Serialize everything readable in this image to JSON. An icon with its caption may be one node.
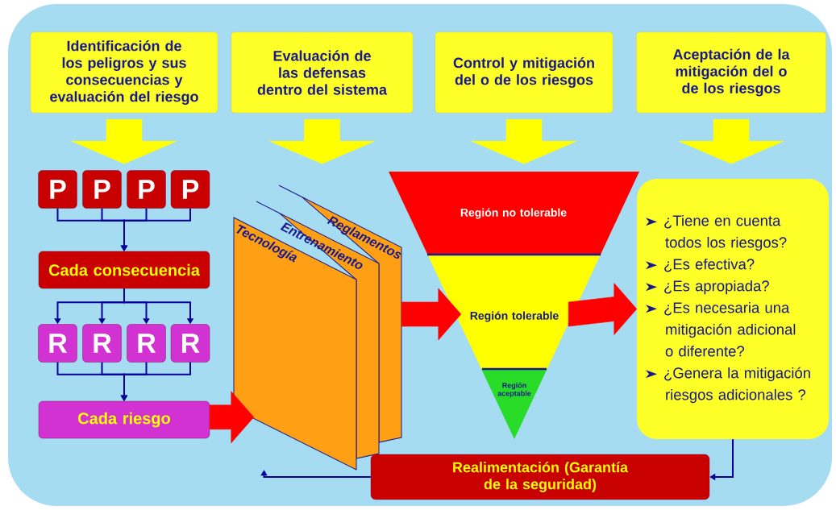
{
  "diagram": {
    "nodes": [
      {
        "text": [
          "Identificación de los peligros y sus consecuencias y evaluación del riesgo"
        ]
      },
      {
        "text": [
          "Evaluación de las defensas dentro del sistema"
        ]
      },
      {
        "text": [
          "Control y mitigación del o de los riesgos"
        ]
      },
      {
        "text": [
          "Aceptación de la mitigación del o de los riesgos"
        ]
      },
      {
        "text": [
          "P"
        ]
      },
      {
        "text": [
          "P"
        ]
      },
      {
        "text": [
          "P"
        ]
      },
      {
        "text": [
          "P"
        ]
      },
      {
        "text": [
          "Cada consecuencia"
        ]
      },
      {
        "text": [
          "R"
        ]
      },
      {
        "text": [
          "R"
        ]
      },
      {
        "text": [
          "R"
        ]
      },
      {
        "text": [
          "R"
        ]
      },
      {
        "text": [
          "Cada riesgo"
        ]
      },
      {
        "text": [
          "Reglamentos"
        ]
      },
      {
        "text": [
          "Entrenamiento"
        ]
      },
      {
        "text": [
          "Tecnología"
        ]
      },
      {
        "text": [
          "Región no tolerable"
        ]
      },
      {
        "text": [
          "Región tolerable"
        ]
      },
      {
        "text": [
          "Región aceptable"
        ]
      },
      {
        "text": [
          "¿Tiene en cuenta todos los riesgos?",
          "¿Es efectiva?",
          "¿Es apropiada?",
          "¿Es necesaria una mitigación adicional o diferente?",
          "¿Genera la mitigación riesgos adicionales ?"
        ]
      },
      {
        "text": [
          "Realimentación (Garantía de la seguridad)"
        ]
      }
    ],
    "edges": [
      {
        "from": 0,
        "to": null,
        "arrow": "to",
        "style": "thick",
        "color": "#ffff00"
      },
      {
        "from": 1,
        "to": null,
        "arrow": "to",
        "style": "thick",
        "color": "#ffff00"
      },
      {
        "from": 2,
        "to": null,
        "arrow": "to",
        "style": "thick",
        "color": "#ffff00"
      },
      {
        "from": 3,
        "to": null,
        "arrow": "to",
        "style": "thick",
        "color": "#ffff00"
      },
      {
        "from": 4,
        "to": 8,
        "arrow": "to"
      },
      {
        "from": 5,
        "to": 8,
        "arrow": "to"
      },
      {
        "from": 6,
        "to": 8,
        "arrow": "to"
      },
      {
        "from": 7,
        "to": 8,
        "arrow": "to"
      },
      {
        "from": 8,
        "to": 9,
        "arrow": "to"
      },
      {
        "from": 8,
        "to": 10,
        "arrow": "to"
      },
      {
        "from": 8,
        "to": 11,
        "arrow": "to"
      },
      {
        "from": 8,
        "to": 12,
        "arrow": "to"
      },
      {
        "from": 9,
        "to": 13,
        "arrow": "to"
      },
      {
        "from": 10,
        "to": 13,
        "arrow": "to"
      },
      {
        "from": 11,
        "to": 13,
        "arrow": "to"
      },
      {
        "from": 12,
        "to": 13,
        "arrow": "to"
      },
      {
        "from": 13,
        "to": 16,
        "arrow": "to",
        "style": "thick",
        "color": "#ff0000"
      },
      {
        "from": 14,
        "to": 18,
        "arrow": "to",
        "style": "thick",
        "color": "#ff0000"
      },
      {
        "from": 18,
        "to": 20,
        "arrow": "to",
        "style": "thick",
        "color": "#ff0000"
      },
      {
        "from": 20,
        "to": 21,
        "arrow": "to"
      },
      {
        "from": 21,
        "to": 16,
        "arrow": "to"
      }
    ]
  }
}
